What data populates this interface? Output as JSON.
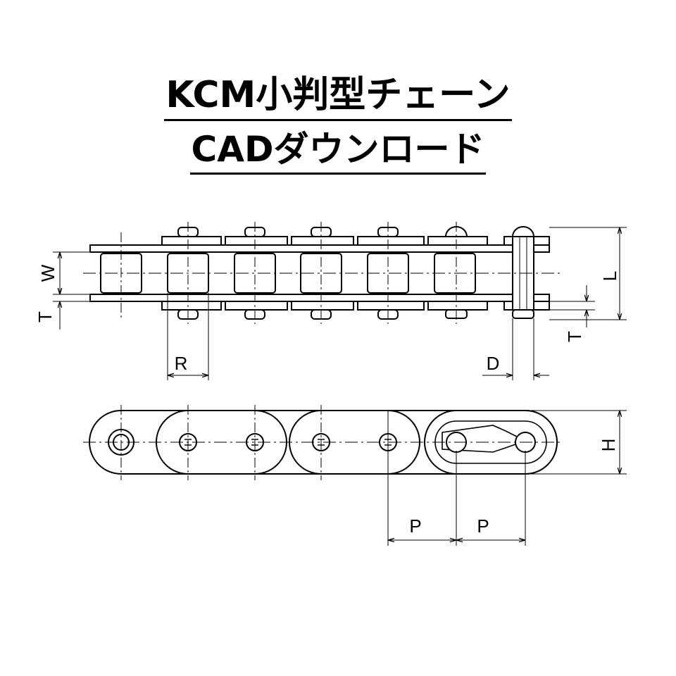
{
  "title": {
    "line1": "KCM小判型チェーン",
    "line2": "CADダウンロード"
  },
  "dimensions": {
    "W": "W",
    "T_left": "T",
    "T_right": "T",
    "L": "L",
    "R": "R",
    "D": "D",
    "H": "H",
    "P1": "P",
    "P2": "P"
  }
}
